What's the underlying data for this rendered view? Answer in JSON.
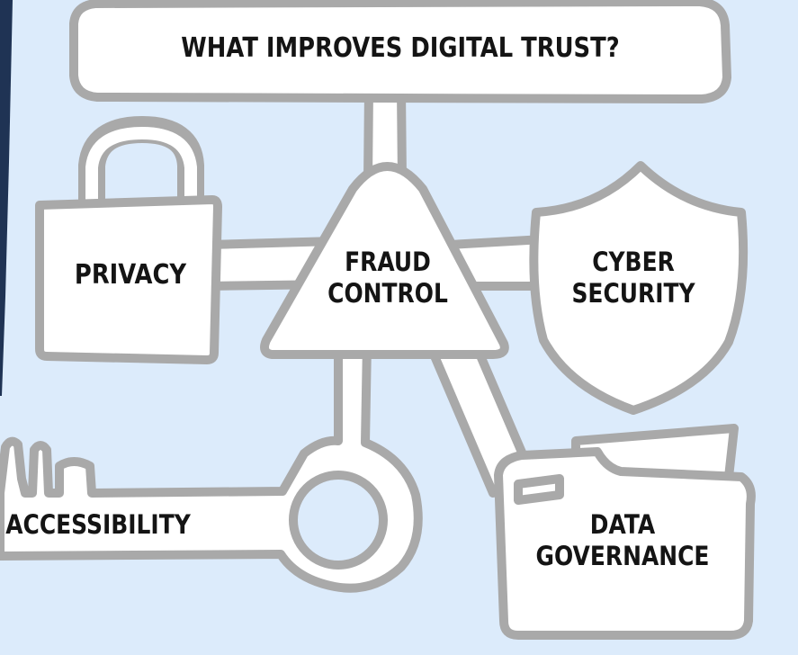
{
  "diagram": {
    "title": "WHAT IMPROVES DIGITAL TRUST?",
    "center": {
      "line1": "FRAUD",
      "line2": "CONTROL",
      "shape": "triangle"
    },
    "nodes": [
      {
        "key": "privacy",
        "shape": "padlock-icon",
        "lines": [
          "PRIVACY"
        ]
      },
      {
        "key": "cyber-security",
        "shape": "shield-icon",
        "lines": [
          "CYBER",
          "SECURITY"
        ]
      },
      {
        "key": "accessibility",
        "shape": "key-icon",
        "lines": [
          "ACCESSIBILITY"
        ]
      },
      {
        "key": "data-governance",
        "shape": "folder-icon",
        "lines": [
          "DATA",
          "GOVERNANCE"
        ]
      }
    ],
    "colors": {
      "background": "#dcebfb",
      "shape_fill": "#ffffff",
      "outline": "#a9a9a9",
      "text": "#141414",
      "panel_left": "#1f3354"
    }
  }
}
